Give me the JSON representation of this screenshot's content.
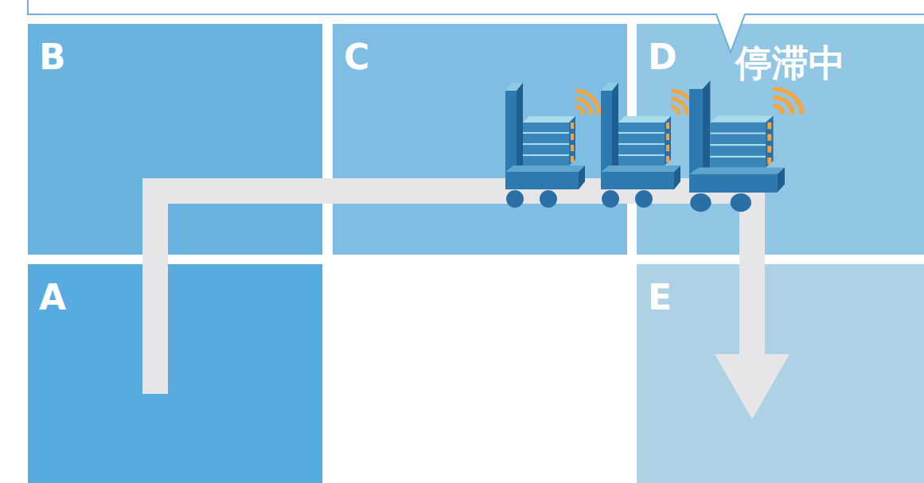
{
  "diagram": {
    "nodes": [
      {
        "text": [
          "B"
        ]
      },
      {
        "text": [
          "C"
        ]
      },
      {
        "text": [
          "D"
        ]
      },
      {
        "text": [
          "A"
        ]
      },
      {
        "text": [
          "E"
        ]
      }
    ],
    "edges": [
      {
        "from": 3,
        "to": 4,
        "arrow": "to"
      }
    ],
    "labels": [
      "停滞中"
    ]
  }
}
